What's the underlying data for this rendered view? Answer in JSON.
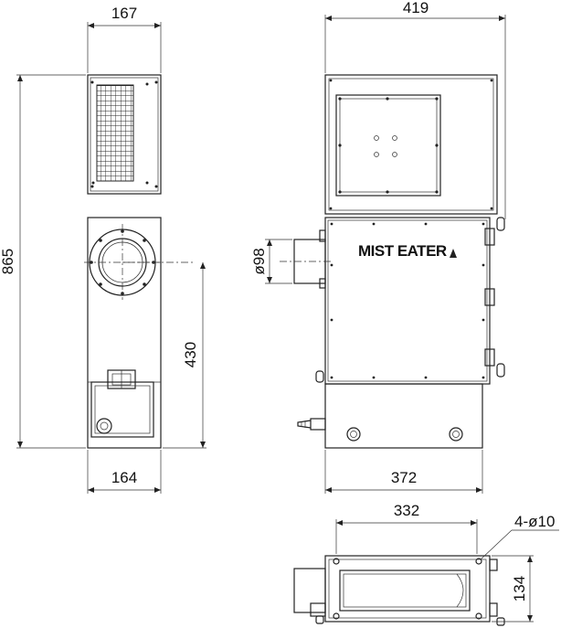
{
  "dimensions": {
    "front_top_width": "167",
    "front_bottom_width": "164",
    "total_height": "865",
    "inlet_height": "430",
    "side_top_width": "419",
    "side_bottom_width": "372",
    "inlet_diameter": "ø98",
    "bottom_view_width": "332",
    "bottom_view_depth": "134",
    "mounting_holes": "4-ø10"
  },
  "labels": {
    "brand_logo": "MIST EATER"
  }
}
